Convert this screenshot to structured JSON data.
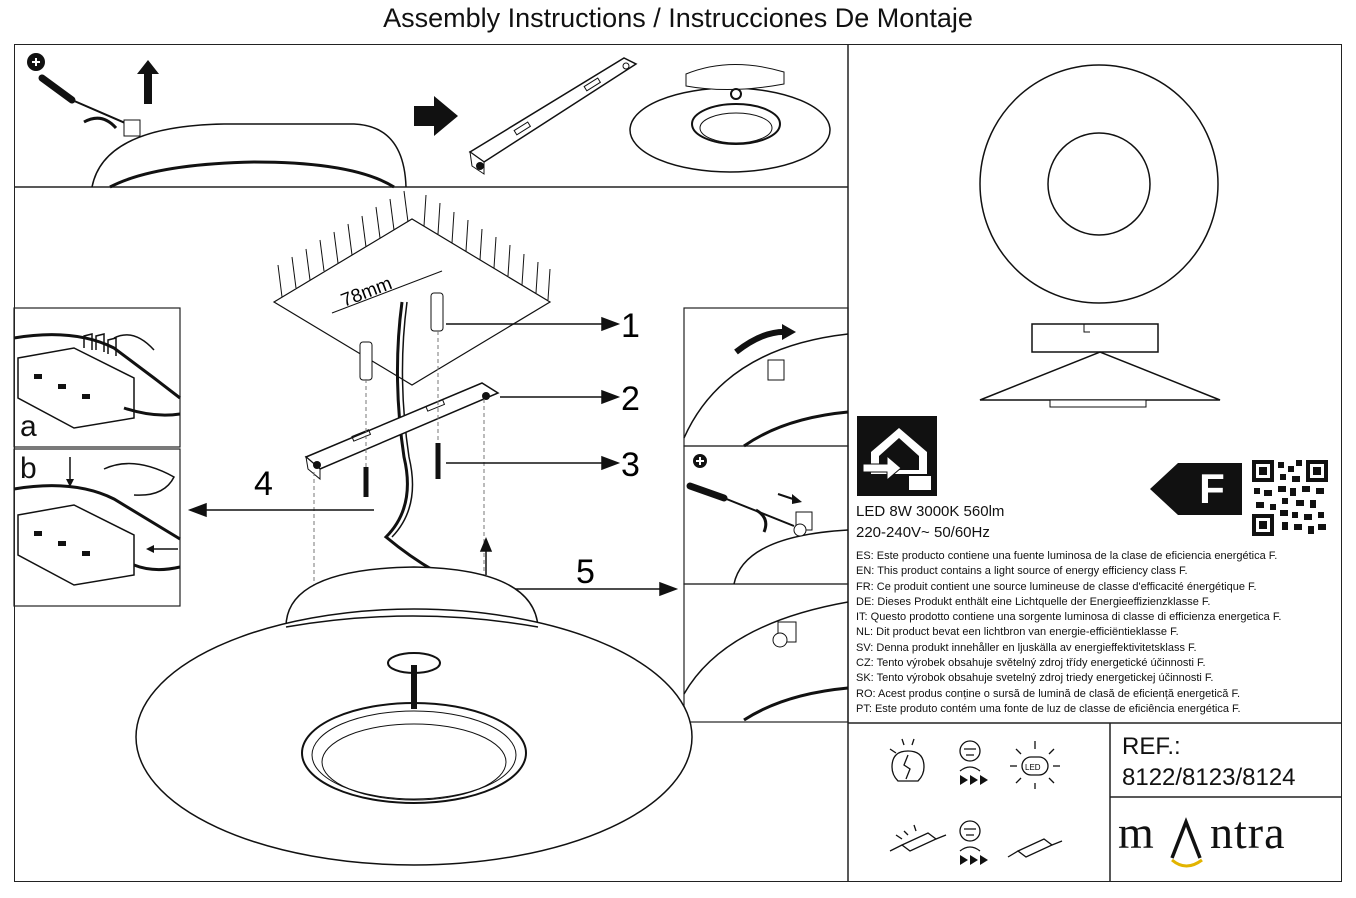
{
  "title": "Assembly Instructions / Instrucciones De Montaje",
  "steps": {
    "dimension": "78mm",
    "labels": [
      "1",
      "2",
      "3",
      "4",
      "5"
    ],
    "connector_a": "a",
    "connector_b": "b"
  },
  "product": {
    "spec_line1": "LED 8W 3000K 560lm",
    "spec_line2": "220-240V~ 50/60Hz",
    "energy_class": "F",
    "energy_statements": [
      "ES: Este producto contiene una fuente luminosa de la clase de eficiencia energética F.",
      "EN: This product contains a light source of energy efficiency class F.",
      "FR: Ce produit contient une source lumineuse de classe d'efficacité énergétique F.",
      "DE: Dieses Produkt enthält eine Lichtquelle der Energieeffizienzklasse F.",
      "IT: Questo prodotto contiene una sorgente luminosa di classe di efficienza energetica F.",
      "NL: Dit product bevat een lichtbron van energie-efficiëntieklasse F.",
      "SV: Denna produkt innehåller en ljuskälla av energieffektivitetsklass F.",
      "CZ: Tento výrobek obsahuje světelný zdroj třídy energetické účinnosti F.",
      "SK: Tento výrobok obsahuje svetelný zdroj triedy energetickej účinnosti F.",
      "RO: Acest produs conține o sursă de lumină de clasă de eficiență energetică F.",
      "PT: Este produto contém uma fonte de luz de classe de eficiência energética F."
    ]
  },
  "reference": {
    "label": "REF.:",
    "codes": "8122/8123/8124"
  },
  "brand": {
    "left": "m",
    "right": "ntra"
  },
  "icons": {
    "led_label": "LED"
  }
}
